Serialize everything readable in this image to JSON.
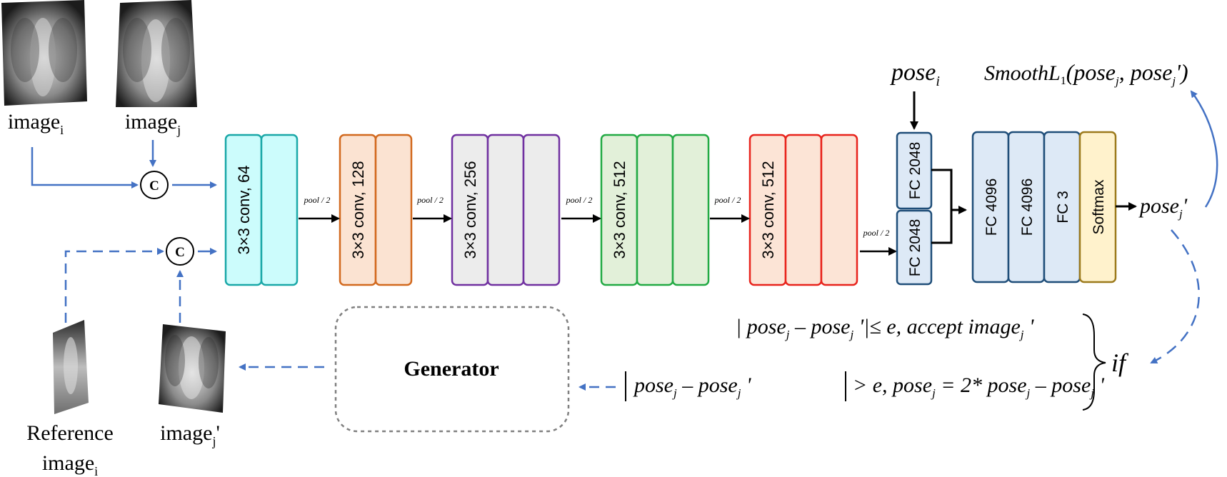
{
  "inputs": {
    "image_i_label": "image",
    "image_i_sub": "i",
    "image_j_label": "image",
    "image_j_sub": "j",
    "reference_label_line1": "Reference",
    "reference_label_line2": "image",
    "reference_label_sub": "i",
    "image_j_prime_label": "image",
    "image_j_prime_sub": "j",
    "image_j_prime_suffix": "'"
  },
  "concat_symbol": "C",
  "conv_blocks": [
    {
      "label": "3×3 conv, 64",
      "border": "#1aa8a8",
      "fill": "#ccfcfc",
      "fill2": "#ccfcfc"
    },
    {
      "label": "3×3 conv, 128",
      "border": "#d2691e",
      "fill": "#fbe3d2",
      "fill2": "#fbe3d2"
    },
    {
      "label": "3×3 conv, 256",
      "border": "#7030a0",
      "fill": "#ececec",
      "fill2": "#ececec"
    },
    {
      "label": "3×3 conv, 512",
      "border": "#22aa44",
      "fill": "#e2f0d9",
      "fill2": "#e2f0d9"
    },
    {
      "label": "3×3 conv, 512",
      "border": "#e8231c",
      "fill": "#fce4d6",
      "fill2": "#fce4d6"
    }
  ],
  "pool_label": "pool / 2",
  "fc_pose": {
    "label": "FC 2048",
    "border": "#1f4e79",
    "fill": "#dde9f6"
  },
  "fc_head": [
    {
      "label": "FC 4096",
      "border": "#1f4e79",
      "fill": "#dde9f6"
    },
    {
      "label": "FC 4096",
      "border": "#1f4e79",
      "fill": "#dde9f6"
    },
    {
      "label": "FC 3",
      "border": "#1f4e79",
      "fill": "#dde9f6"
    },
    {
      "label": "Softmax",
      "border": "#9c7a1c",
      "fill": "#fff2cc"
    }
  ],
  "math": {
    "pose_i": "pose",
    "pose_i_sub": "i",
    "smooth_l1": "SmoothL",
    "smooth_sub": "1",
    "smooth_args": "(pose",
    "smooth_args_mid": ", pose",
    "smooth_tail": "')",
    "j": "j",
    "pose_out": "pose",
    "pose_out_tail": "'",
    "cond1_a": "| pose",
    "cond1_b": " – pose",
    "cond1_c": " '|≤ e, accept image",
    "cond1_d": " '",
    "cond2_a": "pose",
    "cond2_b": " – pose",
    "cond2_c": " '",
    "cond2_d": "> e, pose",
    "cond2_e": " = 2* pose",
    "cond2_f": " – pose",
    "cond2_g": " '",
    "if": "if"
  },
  "generator_label": "Generator",
  "colors": {
    "arrow_blue": "#4472c4",
    "arrow_black": "#000000",
    "generator_border": "#808080"
  }
}
